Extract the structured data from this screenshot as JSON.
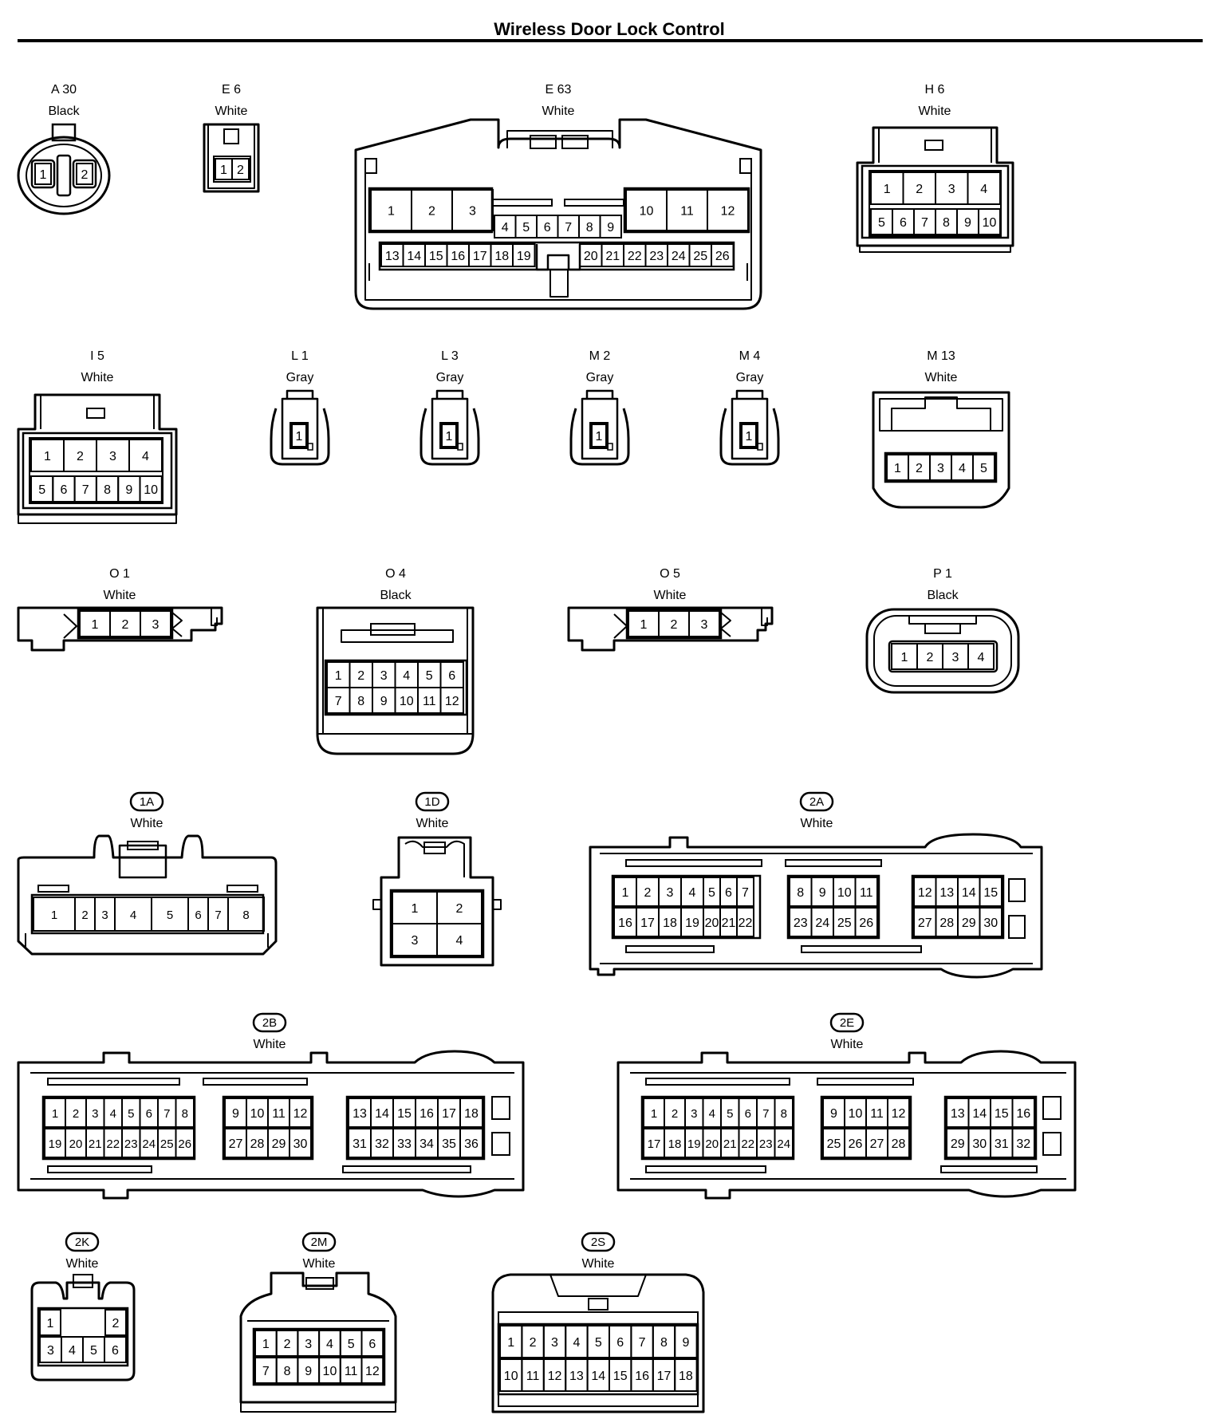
{
  "title": "Wireless Door Lock Control",
  "connectors": {
    "A30": {
      "code": "A 30",
      "color": "Black",
      "pins": [
        "1",
        "2"
      ]
    },
    "E6": {
      "code": "E 6",
      "color": "White",
      "pins": [
        "1",
        "2"
      ]
    },
    "E63": {
      "code": "E 63",
      "color": "White",
      "pins": [
        "1",
        "2",
        "3",
        "10",
        "11",
        "12",
        "4",
        "5",
        "6",
        "7",
        "8",
        "9",
        "13",
        "14",
        "15",
        "16",
        "17",
        "18",
        "19",
        "20",
        "21",
        "22",
        "23",
        "24",
        "25",
        "26"
      ]
    },
    "H6": {
      "code": "H 6",
      "color": "White",
      "pins": [
        "1",
        "2",
        "3",
        "4",
        "5",
        "6",
        "7",
        "8",
        "9",
        "10"
      ]
    },
    "I5": {
      "code": "I 5",
      "color": "White",
      "pins": [
        "1",
        "2",
        "3",
        "4",
        "5",
        "6",
        "7",
        "8",
        "9",
        "10"
      ]
    },
    "L1": {
      "code": "L 1",
      "color": "Gray",
      "pins": [
        "1"
      ]
    },
    "L3": {
      "code": "L 3",
      "color": "Gray",
      "pins": [
        "1"
      ]
    },
    "M2": {
      "code": "M 2",
      "color": "Gray",
      "pins": [
        "1"
      ]
    },
    "M4": {
      "code": "M 4",
      "color": "Gray",
      "pins": [
        "1"
      ]
    },
    "M13": {
      "code": "M 13",
      "color": "White",
      "pins": [
        "1",
        "2",
        "3",
        "4",
        "5"
      ]
    },
    "O1": {
      "code": "O 1",
      "color": "White",
      "pins": [
        "1",
        "2",
        "3"
      ]
    },
    "O4": {
      "code": "O 4",
      "color": "Black",
      "pins": [
        "1",
        "2",
        "3",
        "4",
        "5",
        "6",
        "7",
        "8",
        "9",
        "10",
        "11",
        "12"
      ]
    },
    "O5": {
      "code": "O 5",
      "color": "White",
      "pins": [
        "1",
        "2",
        "3"
      ]
    },
    "P1": {
      "code": "P 1",
      "color": "Black",
      "pins": [
        "1",
        "2",
        "3",
        "4"
      ]
    },
    "1A": {
      "code": "1A",
      "color": "White",
      "pins": [
        "1",
        "2",
        "3",
        "4",
        "5",
        "6",
        "7",
        "8"
      ]
    },
    "1D": {
      "code": "1D",
      "color": "White",
      "pins": [
        "1",
        "2",
        "3",
        "4"
      ]
    },
    "2A": {
      "code": "2A",
      "color": "White",
      "pins": [
        "1",
        "2",
        "3",
        "4",
        "5",
        "6",
        "7",
        "16",
        "17",
        "18",
        "19",
        "20",
        "21",
        "22",
        "8",
        "9",
        "10",
        "11",
        "23",
        "24",
        "25",
        "26",
        "12",
        "13",
        "14",
        "15",
        "27",
        "28",
        "29",
        "30"
      ]
    },
    "2B": {
      "code": "2B",
      "color": "White",
      "pins": [
        "1",
        "2",
        "3",
        "4",
        "5",
        "6",
        "7",
        "8",
        "19",
        "20",
        "21",
        "22",
        "23",
        "24",
        "25",
        "26",
        "9",
        "10",
        "11",
        "12",
        "27",
        "28",
        "29",
        "30",
        "13",
        "14",
        "15",
        "16",
        "17",
        "18",
        "31",
        "32",
        "33",
        "34",
        "35",
        "36"
      ]
    },
    "2E": {
      "code": "2E",
      "color": "White",
      "pins": [
        "1",
        "2",
        "3",
        "4",
        "5",
        "6",
        "7",
        "8",
        "17",
        "18",
        "19",
        "20",
        "21",
        "22",
        "23",
        "24",
        "9",
        "10",
        "11",
        "12",
        "25",
        "26",
        "27",
        "28",
        "13",
        "14",
        "15",
        "16",
        "29",
        "30",
        "31",
        "32"
      ]
    },
    "2K": {
      "code": "2K",
      "color": "White",
      "pins": [
        "1",
        "2",
        "3",
        "4",
        "5",
        "6"
      ]
    },
    "2M": {
      "code": "2M",
      "color": "White",
      "pins": [
        "1",
        "2",
        "3",
        "4",
        "5",
        "6",
        "7",
        "8",
        "9",
        "10",
        "11",
        "12"
      ]
    },
    "2S": {
      "code": "2S",
      "color": "White",
      "pins": [
        "1",
        "2",
        "3",
        "4",
        "5",
        "6",
        "7",
        "8",
        "9",
        "10",
        "11",
        "12",
        "13",
        "14",
        "15",
        "16",
        "17",
        "18"
      ]
    }
  }
}
